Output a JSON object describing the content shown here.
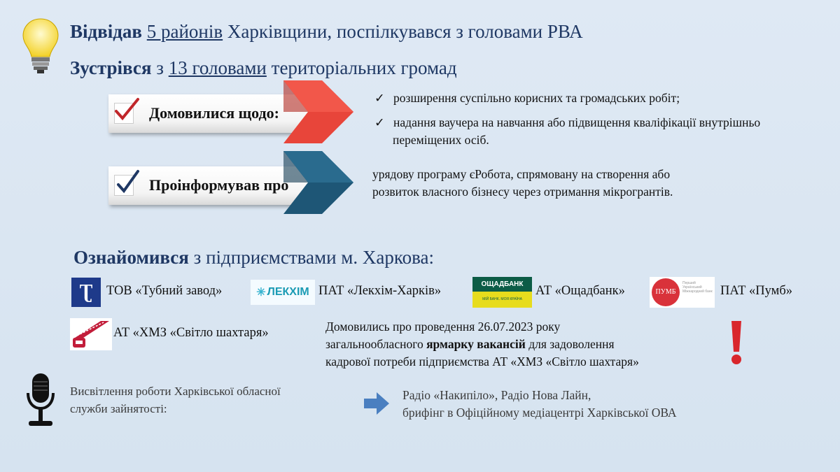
{
  "header": {
    "line1": {
      "bold": "Відвідав",
      "underlined": "5 районів",
      "rest": "Харківщини, поспілкувався з головами РВА"
    },
    "line2": {
      "bold": "Зустрівся",
      "mid": "з",
      "underlined": "13 головами",
      "rest": "територіальних громад"
    }
  },
  "agreed": {
    "label": "Домовилися щодо:",
    "items": [
      "розширення суспільно корисних та громадських робіт;",
      "надання ваучера на навчання або підвищення кваліфікації внутрішньо переміщених осіб."
    ],
    "accent": "#e03a2e"
  },
  "informed": {
    "label": "Проінформував про",
    "lines": [
      "урядову програму єРобота, спрямовану на створення або",
      "розвиток власного бізнесу через отримання мікрогрантів."
    ],
    "accent": "#1f5a78"
  },
  "enterprises": {
    "title_bold": "Ознайомився",
    "title_rest": "з підприємствами м. Харкова:",
    "items": [
      {
        "name": "ТОВ «Тубний завод»",
        "logo": "tube-plant-logo"
      },
      {
        "name": "ПАТ «Лекхім-Харків»",
        "logo": "lekhim-logo",
        "logo_text": "ЛЕКХІМ"
      },
      {
        "name": "АТ «Ощадбанк»",
        "logo": "oschadbank-logo",
        "logo_text": "ОЩАДБАНК",
        "logo_sub": "МІЙ БАНК. МОЯ КРАЇНА"
      },
      {
        "name": "ПАТ «Пумб»",
        "logo": "pumb-logo",
        "logo_text": "ПУМБ",
        "logo_sub": "Перший Український Міжнародний банк"
      },
      {
        "name": "АТ «ХМЗ «Світло шахтаря»",
        "logo": "khmz-logo"
      }
    ],
    "note": {
      "line1": "Домовились про проведення 26.07.2023 року",
      "line2_pre": "загальнообласного",
      "line2_bold": "ярмарку вакансій",
      "line2_post": "для задоволення",
      "line3": "кадрової потреби підприємства АТ «ХМЗ «Світло шахтаря»"
    }
  },
  "media": {
    "left": [
      "Висвітлення роботи Харківської обласної",
      "служби зайнятості:"
    ],
    "right": [
      "Радіо «Накипіло», Радіо Нова Лайн,",
      "брифінг в  Офіційному медіацентрі Харківської ОВА"
    ]
  }
}
